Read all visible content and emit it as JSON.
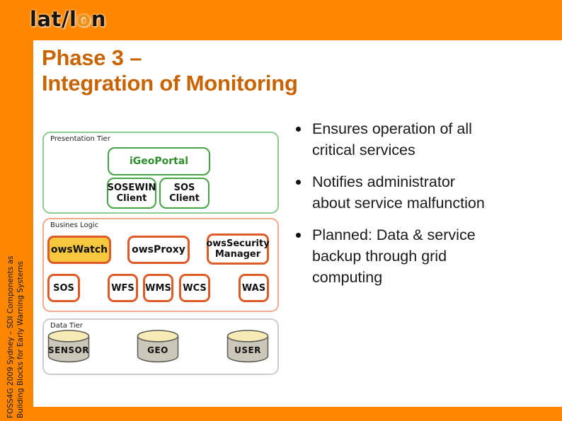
{
  "header": {
    "logo_pre": "lat/l",
    "logo_o": "o",
    "logo_post": "n"
  },
  "title": {
    "line1": "Phase 3 –",
    "line2": "Integration of Monitoring"
  },
  "footer_vertical": {
    "line1": "FOSS4G 2009 Sydney – SDI Components as",
    "line2": "Building Blocks for Early Warning Systems"
  },
  "bullets": [
    {
      "lines": [
        "Ensures operation of all",
        "critical services"
      ]
    },
    {
      "lines": [
        "Notifies administrator",
        "about service malfunction"
      ]
    },
    {
      "lines": [
        "Planned: Data & service",
        "backup through grid",
        "computing"
      ]
    }
  ],
  "diagram": {
    "presentation": {
      "label": "Presentation Tier",
      "igeoportal": "iGeoPortal",
      "sosewin": "SOSEWIN Client",
      "sos_client": "SOS Client"
    },
    "logic": {
      "label": "Busines Logic",
      "owswatch": "owsWatch",
      "owsproxy": "owsProxy",
      "owssecurity": "owsSecurity Manager",
      "row2": [
        "SOS",
        "WFS",
        "WMS",
        "WCS",
        "WAS"
      ]
    },
    "data": {
      "label": "Data Tier",
      "cylinders": [
        "SENSOR",
        "GEO",
        "USER"
      ]
    }
  },
  "colors": {
    "frame_orange": "#ff8600",
    "title_orange": "#c86300",
    "logo_o_orange": "#e8941e",
    "green_box_border": "#44a344",
    "green_tier_border": "#8fca8f",
    "orange_box_border": "#dd5b28",
    "salmon_tier_border": "#f2a98b",
    "owswatch_fill": "#f7c73d",
    "cylinder_body": "#cbc7bb",
    "cylinder_top": "#f6ebb4"
  }
}
